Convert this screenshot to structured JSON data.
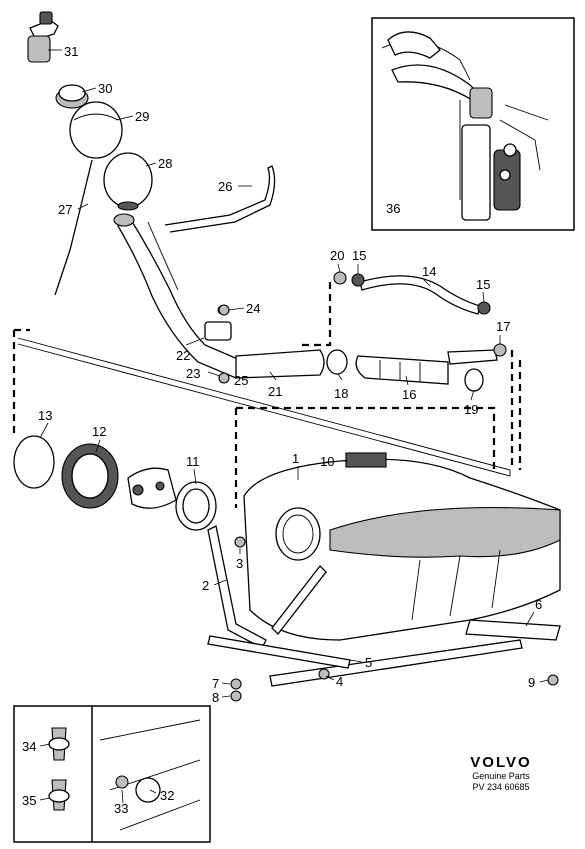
{
  "callouts": [
    {
      "id": "c1",
      "text": "1"
    },
    {
      "id": "c2",
      "text": "2"
    },
    {
      "id": "c3",
      "text": "3"
    },
    {
      "id": "c4",
      "text": "4"
    },
    {
      "id": "c5",
      "text": "5"
    },
    {
      "id": "c6",
      "text": "6"
    },
    {
      "id": "c7",
      "text": "7"
    },
    {
      "id": "c8",
      "text": "8"
    },
    {
      "id": "c9",
      "text": "9"
    },
    {
      "id": "c10",
      "text": "10"
    },
    {
      "id": "c11",
      "text": "11"
    },
    {
      "id": "c12",
      "text": "12"
    },
    {
      "id": "c13",
      "text": "13"
    },
    {
      "id": "c14",
      "text": "14"
    },
    {
      "id": "c15a",
      "text": "15"
    },
    {
      "id": "c15b",
      "text": "15"
    },
    {
      "id": "c16",
      "text": "16"
    },
    {
      "id": "c17",
      "text": "17"
    },
    {
      "id": "c18",
      "text": "18"
    },
    {
      "id": "c19",
      "text": "19"
    },
    {
      "id": "c20",
      "text": "20"
    },
    {
      "id": "c21",
      "text": "21"
    },
    {
      "id": "c22",
      "text": "22"
    },
    {
      "id": "c23",
      "text": "23"
    },
    {
      "id": "c24",
      "text": "24"
    },
    {
      "id": "c25",
      "text": "25"
    },
    {
      "id": "c26",
      "text": "26"
    },
    {
      "id": "c27",
      "text": "27"
    },
    {
      "id": "c28",
      "text": "28"
    },
    {
      "id": "c29",
      "text": "29"
    },
    {
      "id": "c30",
      "text": "30"
    },
    {
      "id": "c31",
      "text": "31"
    },
    {
      "id": "c32",
      "text": "32"
    },
    {
      "id": "c33",
      "text": "33"
    },
    {
      "id": "c34",
      "text": "34"
    },
    {
      "id": "c35",
      "text": "35"
    },
    {
      "id": "c36",
      "text": "36"
    }
  ],
  "brand": {
    "logo": "VOLVO",
    "line1": "Genuine Parts",
    "line2": "PV 234 60685"
  }
}
